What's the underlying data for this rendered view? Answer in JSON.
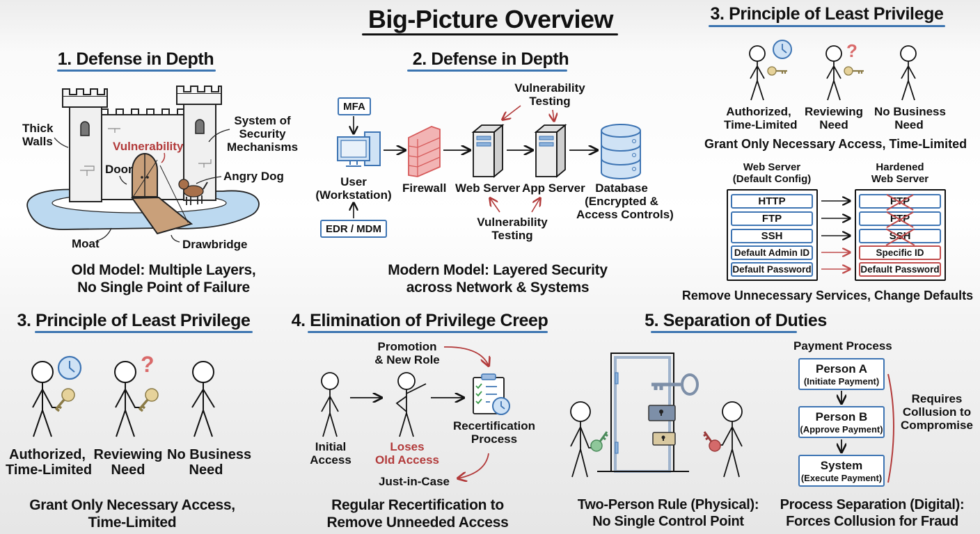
{
  "title": "Big-Picture Overview",
  "colors": {
    "accent_blue": "#3d74b3",
    "accent_red": "#b23a3a",
    "key_gold": "#d9c48c",
    "key_green": "#8fc79a",
    "key_red": "#d46a6a",
    "firewall_red": "#e07a7a"
  },
  "panels": {
    "castle": {
      "title": "1. Defense in Depth",
      "labels": {
        "thick_walls": "Thick\nWalls",
        "vulnerability": "Vulnerability",
        "system": "System of\nSecurity\nMechanisms",
        "door": "Door",
        "angry_dog": "Angry Dog",
        "moat": "Moat",
        "drawbridge": "Drawbridge"
      },
      "caption_1": "Old Model: Multiple Layers,",
      "caption_2": "No Single Point of Failure"
    },
    "network": {
      "title": "2. Defense in Depth",
      "mfa": "MFA",
      "edr": "EDR / MDM",
      "user_1": "User",
      "user_2": "(Workstation)",
      "firewall": "Firewall",
      "web_server": "Web Server",
      "app_server": "App Server",
      "database_1": "Database",
      "database_2": "(Encrypted &",
      "database_3": "Access Controls)",
      "vuln_top_1": "Vulnerability",
      "vuln_top_2": "Testing",
      "vuln_bottom_1": "Vulnerability",
      "vuln_bottom_2": "Testing",
      "caption_1": "Modern Model: Layered Security",
      "caption_2": "across Network & Systems"
    },
    "least_priv_top": {
      "title": "3. Principle of Least Privilege",
      "people": [
        {
          "line1": "Authorized,",
          "line2": "Time-Limited"
        },
        {
          "line1": "Reviewing",
          "line2": "Need"
        },
        {
          "line1": "No Business",
          "line2": "Need"
        }
      ],
      "caption": "Grant Only Necessary Access, Time-Limited",
      "default_header_1": "Web Server",
      "default_header_2": "(Default Config)",
      "hardened_header_1": "Hardened",
      "hardened_header_2": "Web Server",
      "default_items": [
        "HTTP",
        "FTP",
        "SSH",
        "Default Admin ID",
        "Default Password"
      ],
      "hardened_items": [
        {
          "label": "FTP",
          "struck": true
        },
        {
          "label": "FTP",
          "struck": true
        },
        {
          "label": "SSH",
          "struck": true
        },
        {
          "label": "Specific ID",
          "struck": false
        },
        {
          "label": "Default Password",
          "struck": false
        }
      ],
      "caption_hardening": "Remove Unnecessary Services, Change Defaults"
    },
    "least_priv_bottom": {
      "title": "3. Principle of Least Privilege",
      "people": [
        {
          "line1": "Authorized,",
          "line2": "Time-Limited"
        },
        {
          "line1": "Reviewing",
          "line2": "Need"
        },
        {
          "line1": "No Business",
          "line2": "Need"
        }
      ],
      "caption_1": "Grant Only Necessary Access,",
      "caption_2": "Time-Limited"
    },
    "privilege_creep": {
      "title": "4. Elimination of Privilege Creep",
      "promotion_1": "Promotion",
      "promotion_2": "& New Role",
      "initial_1": "Initial",
      "initial_2": "Access",
      "loses_1": "Loses",
      "loses_2": "Old Access",
      "recert_1": "Recertification",
      "recert_2": "Process",
      "just_in_case": "Just-in-Case",
      "caption_1": "Regular Recertification to",
      "caption_2": "Remove Unneeded Access"
    },
    "separation": {
      "title": "5. Separation of Duties",
      "payment_process": "Payment Process",
      "steps": [
        {
          "name": "Person A",
          "action": "(Initiate Payment)"
        },
        {
          "name": "Person B",
          "action": "(Approve Payment)"
        },
        {
          "name": "System",
          "action": "(Execute Payment)"
        }
      ],
      "collusion_1": "Requires",
      "collusion_2": "Collusion to",
      "collusion_3": "Compromise",
      "physical_caption_1": "Two-Person Rule (Physical):",
      "physical_caption_2": "No Single Control Point",
      "digital_caption_1": "Process Separation (Digital):",
      "digital_caption_2": "Forces Collusion for Fraud"
    }
  }
}
